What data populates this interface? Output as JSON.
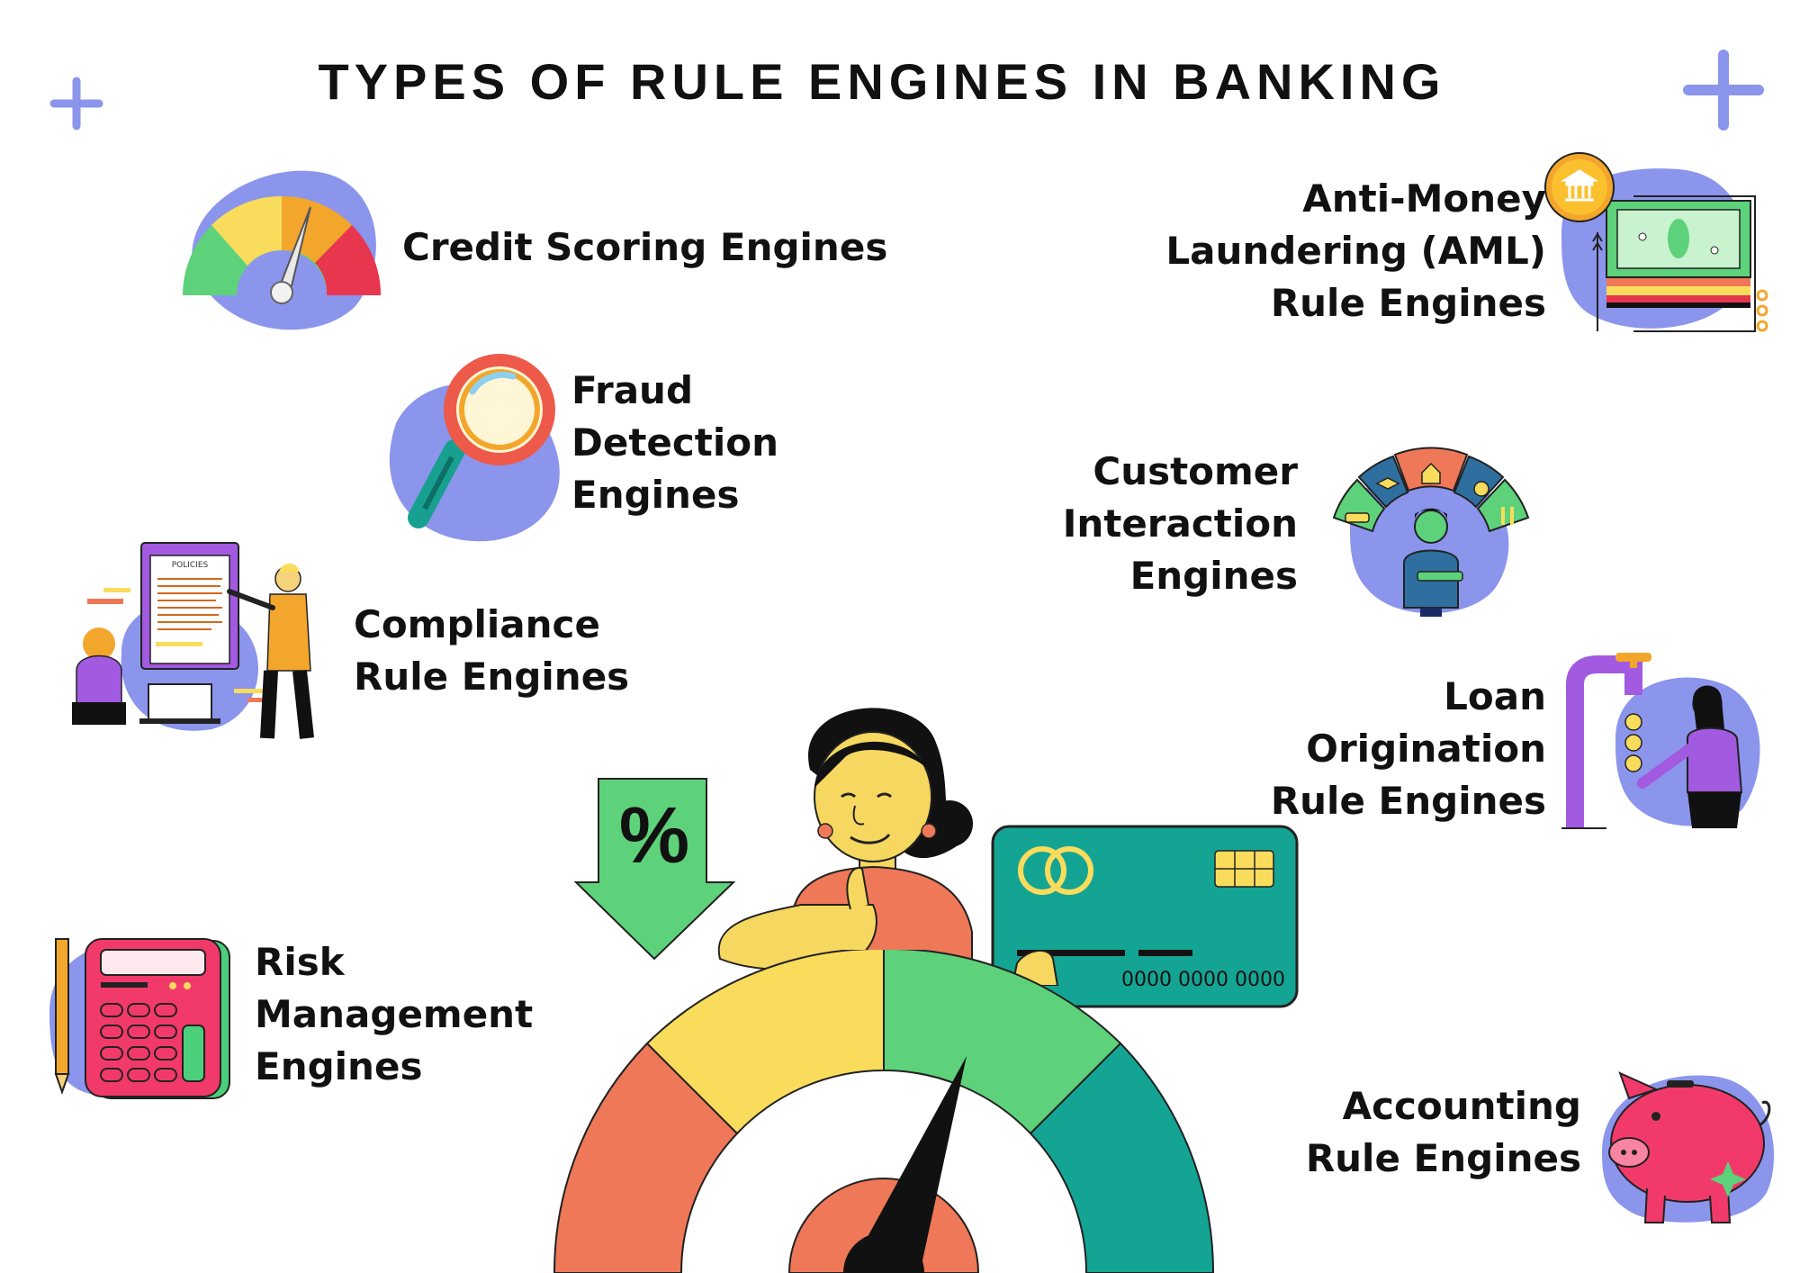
{
  "title": "TYPES OF RULE ENGINES IN BANKING",
  "colors": {
    "blob": "#8b95ec",
    "plus": "#8b95ec",
    "green": "#5dd27a",
    "yellow": "#f9dc5c",
    "coral": "#ee7857",
    "teal": "#14a494",
    "red": "#e8364f",
    "pink": "#f23a6a",
    "purple": "#a25ae0",
    "orange": "#f3a62c"
  },
  "engines": [
    {
      "id": "credit",
      "lines": [
        "Credit Scoring Engines"
      ],
      "icon": "gauge-icon"
    },
    {
      "id": "fraud",
      "lines": [
        "Fraud",
        "Detection",
        "Engines"
      ],
      "icon": "magnifier-icon"
    },
    {
      "id": "compliance",
      "lines": [
        "Compliance",
        "Rule Engines"
      ],
      "icon": "policies-board-icon"
    },
    {
      "id": "risk",
      "lines": [
        "Risk",
        "Management",
        "Engines"
      ],
      "icon": "calculator-icon"
    },
    {
      "id": "aml",
      "lines": [
        "Anti-Money",
        "Laundering (AML)",
        "Rule Engines"
      ],
      "icon": "money-bank-icon"
    },
    {
      "id": "customer",
      "lines": [
        "Customer",
        "Interaction",
        "Engines"
      ],
      "icon": "customer-services-icon"
    },
    {
      "id": "loan",
      "lines": [
        "Loan",
        "Origination",
        "Rule Engines"
      ],
      "icon": "coin-tap-icon"
    },
    {
      "id": "accounting",
      "lines": [
        "Accounting",
        "Rule Engines"
      ],
      "icon": "piggy-bank-icon"
    }
  ],
  "center": {
    "percent_symbol": "%",
    "card_number": "0000 0000 0000",
    "icons": [
      "woman-thumbs-up-icon",
      "credit-card-icon",
      "down-arrow-percent-icon",
      "credit-gauge-icon"
    ]
  },
  "decor": [
    "plus-icon",
    "plus-icon"
  ]
}
